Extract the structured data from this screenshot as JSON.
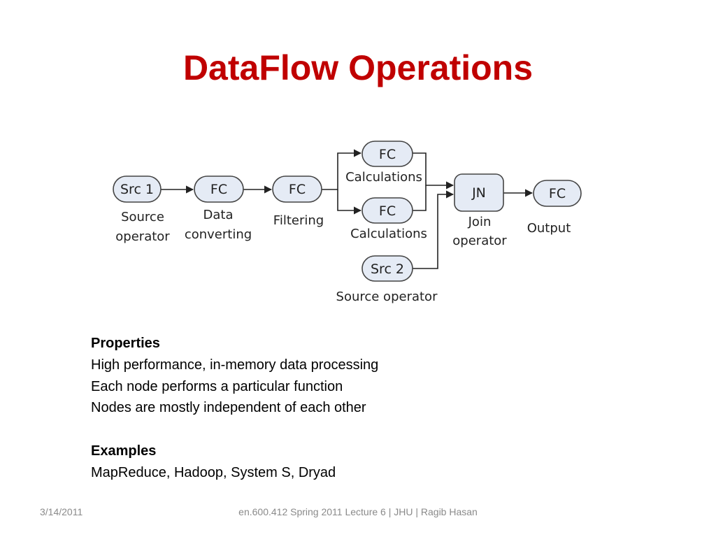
{
  "slide": {
    "title": "DataFlow Operations"
  },
  "diagram": {
    "nodes": {
      "src1": "Src 1",
      "fc_convert": "FC",
      "fc_filter": "FC",
      "fc_calc_top": "FC",
      "fc_calc_bottom": "FC",
      "jn": "JN",
      "fc_output": "FC",
      "src2": "Src 2"
    },
    "captions": {
      "src1_line1": "Source",
      "src1_line2": "operator",
      "convert_line1": "Data",
      "convert_line2": "converting",
      "filter": "Filtering",
      "calc_top": "Calculations",
      "calc_bottom": "Calculations",
      "jn_line1": "Join",
      "jn_line2": "operator",
      "output": "Output",
      "src2": "Source operator"
    }
  },
  "content": {
    "properties_heading": "Properties",
    "properties": [
      "High performance, in-memory data processing",
      "Each node performs a particular function",
      "Nodes are mostly independent of each other"
    ],
    "examples_heading": "Examples",
    "examples": "MapReduce, Hadoop, System S, Dryad"
  },
  "footer": {
    "date": "3/14/2011",
    "course": "en.600.412 Spring 2011 Lecture 6 | JHU | Ragib Hasan"
  }
}
